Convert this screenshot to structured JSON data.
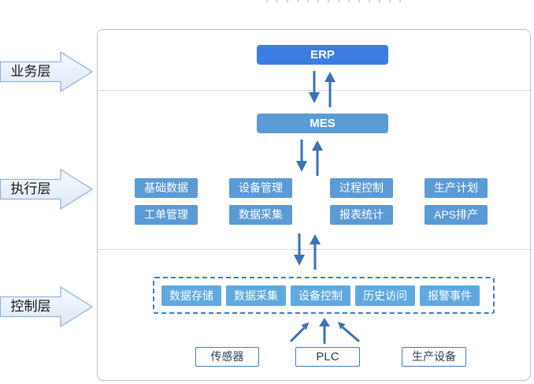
{
  "colors": {
    "erp_blue": "#3C7DE1",
    "mes_blue": "#5B9BD5",
    "module_blue": "#5B9BD5",
    "control_blue": "#5FA9DF",
    "arrow_blue": "#3B72B8",
    "dashed_border_blue": "#4377C6",
    "layer_arrow_border": "#95B3D7",
    "panel_border": "#B9C1CC",
    "divider_gray": "#D8DADD",
    "device_border_blue": "#4377C6",
    "device_text": "#2B3A55"
  },
  "layer_labels": {
    "business": "业务层",
    "execution": "执行层",
    "control": "控制层"
  },
  "systems": {
    "erp": "ERP",
    "mes": "MES"
  },
  "execution_modules": [
    "基础数据",
    "设备管理",
    "过程控制",
    "生产计划",
    "工单管理",
    "数据采集",
    "报表统计",
    "APS排产"
  ],
  "control_modules": [
    "数据存储",
    "数据采集",
    "设备控制",
    "历史访问",
    "报警事件"
  ],
  "field_devices": [
    "传感器",
    "PLC",
    "生产设备"
  ]
}
